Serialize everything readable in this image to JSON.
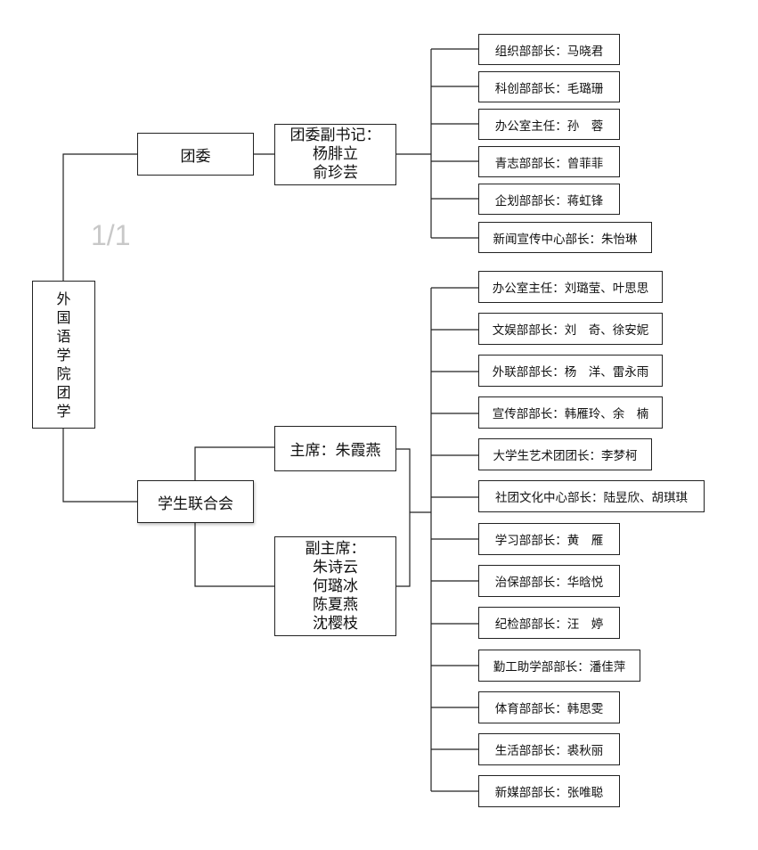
{
  "page_indicator": "1/1",
  "root": {
    "chars": [
      "外",
      "国",
      "语",
      "学",
      "院",
      "团",
      "学"
    ]
  },
  "tuanwei": {
    "label": "团委",
    "deputy": {
      "lines": [
        "团委副书记：",
        "杨腓立",
        "俞珍芸"
      ]
    },
    "departments": [
      "组织部部长：马晓君",
      "科创部部长：毛璐珊",
      "办公室主任：孙　蓉",
      "青志部部长：曾菲菲",
      "企划部部长：蒋虹锋",
      "新闻宣传中心部长：朱怡琳"
    ]
  },
  "student_union": {
    "label": "学生联合会",
    "chair": "主席：朱霞燕",
    "vice": {
      "lines": [
        "副主席：",
        "朱诗云",
        "何璐冰",
        "陈夏燕",
        "沈樱枝"
      ]
    },
    "departments": [
      "办公室主任：刘璐莹、叶思思",
      "文娱部部长：刘　奇、徐安妮",
      "外联部部长：杨　洋、雷永雨",
      "宣传部部长：韩雁玲、余　楠",
      "大学生艺术团团长：李梦柯",
      "社团文化中心部长：陆昱欣、胡琪琪",
      "学习部部长：黄　雁",
      "治保部部长：华晗悦",
      "纪检部部长：汪　婷",
      "勤工助学部部长：潘佳萍",
      "体育部部长：韩思雯",
      "生活部部长：裘秋丽",
      "新媒部部长：张唯聪"
    ]
  }
}
